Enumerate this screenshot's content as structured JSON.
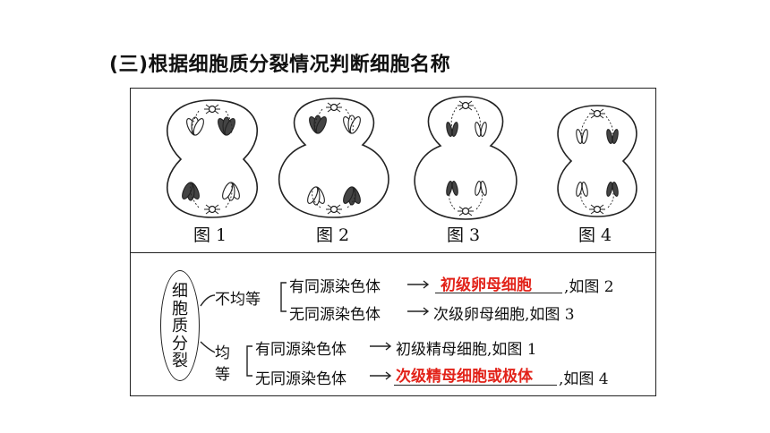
{
  "title": "(三)根据细胞质分裂情况判断细胞名称",
  "figures": [
    {
      "label": "图 1"
    },
    {
      "label": "图 2"
    },
    {
      "label": "图 3"
    },
    {
      "label": "图 4"
    }
  ],
  "tree": {
    "root_chars": [
      "细",
      "胞",
      "质",
      "分",
      "裂"
    ],
    "unequal": {
      "label": "不均等",
      "branch1": {
        "condition": "有同源染色体",
        "answer": "初级卵母细胞",
        "suffix": ",如图 2"
      },
      "branch2": {
        "condition": "无同源染色体",
        "result": "次级卵母细胞,如图 3"
      }
    },
    "equal": {
      "label_top": "均",
      "label_bottom": "等",
      "branch1": {
        "condition": "有同源染色体",
        "result": "初级精母细胞,如图 1"
      },
      "branch2": {
        "condition": "无同源染色体",
        "answer": "次级精母细胞或极体",
        "suffix": ",如图 4"
      }
    }
  },
  "colors": {
    "answer": "#e2231a",
    "line": "#222222"
  }
}
